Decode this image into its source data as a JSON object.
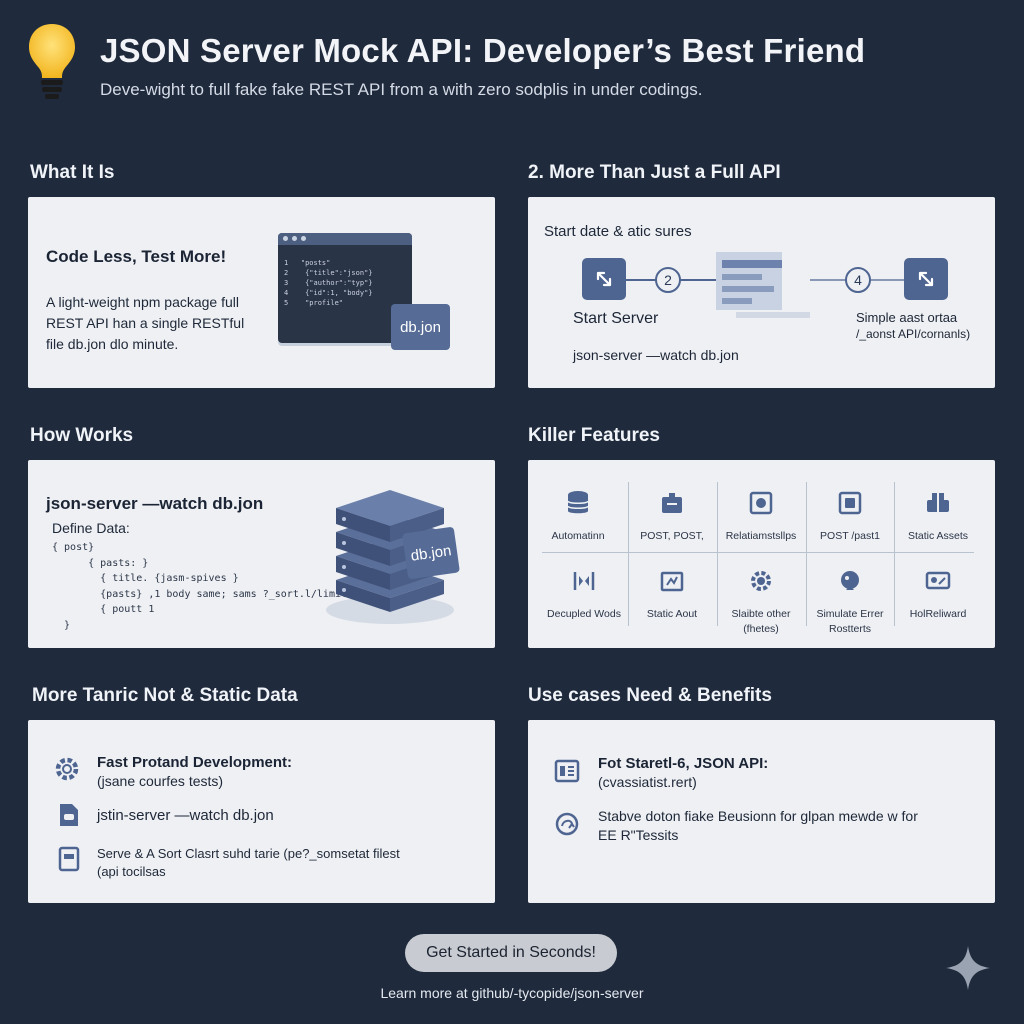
{
  "header": {
    "title": "JSON Server Mock API: Developer’s Best Friend",
    "subtitle": "Deve-wight to full fake fake REST API from a with zero sodplis in under codings."
  },
  "sections": {
    "what": {
      "title": "What It Is",
      "heading": "Code Less, Test More!",
      "desc": "A light-weight npm package full REST API han a single RESTful file db.jon dlo minute.",
      "file_badge": "db.jon"
    },
    "more_api": {
      "title": "2. More Than Just a Full API",
      "heading": "Start date & atic sures",
      "step2": "2",
      "step4": "4",
      "start_label": "Start Server",
      "command": "json-server —watch db.jon",
      "right_label_1": "Simple aast ortaa",
      "right_label_2": "/_aonst API/cornanls)"
    },
    "how": {
      "title": "How Works",
      "command": "json-server —watch db.jon",
      "define": "Define Data:",
      "code": "{ post}\n      { pasts: }\n        { title. {jasm-spives }\n        {pasts} ,1 body same; sams ?_sort.l/limit 1}\n        { poutt 1\n  }",
      "badge": "db.jon"
    },
    "features": {
      "title": "Killer Features",
      "items": [
        {
          "label": "Automatinn",
          "icon": "database-icon"
        },
        {
          "label": "POST, POST,",
          "icon": "post-icon"
        },
        {
          "label": "Relatiamstsllps",
          "icon": "relations-icon"
        },
        {
          "label": "POST /past1",
          "icon": "target-icon"
        },
        {
          "label": "Static Assets",
          "icon": "assets-icon"
        },
        {
          "label": "Decupled Wods",
          "icon": "decoupled-icon"
        },
        {
          "label": "Static Aout",
          "icon": "static-icon"
        },
        {
          "label": "Slaibte other (fhetes)",
          "icon": "gear-icon"
        },
        {
          "label": "Simulate Errer Rostterts",
          "icon": "error-icon"
        },
        {
          "label": "HolReliward",
          "icon": "reload-icon"
        }
      ]
    },
    "static_data": {
      "title": "More Tanric Not & Static Data",
      "item1_strong": "Fast Protand Development:",
      "item1_sub": "(jsane courfes tests)",
      "item2": "jstin-server —watch db.jon",
      "item3_line1": "Serve & A Sort Clasrt suhd tarie (pe?_somsetat filest",
      "item3_line2": "(api tocilsas"
    },
    "use_cases": {
      "title": "Use cases Need & Benefits",
      "item1_strong": "Fot Staretl-6, JSON API:",
      "item1_sub": "(cvassiatist.rert)",
      "item2_line1": "Stabve doton fiake Beusionn for glpan mewde w for",
      "item2_line2": "EE R\"Tessits"
    }
  },
  "cta": "Get Started in Seconds!",
  "footer": "Learn more at github/-tycopide/json-server",
  "colors": {
    "background": "#1f2a3c",
    "card": "#eef0f4",
    "accent": "#4f6591"
  }
}
